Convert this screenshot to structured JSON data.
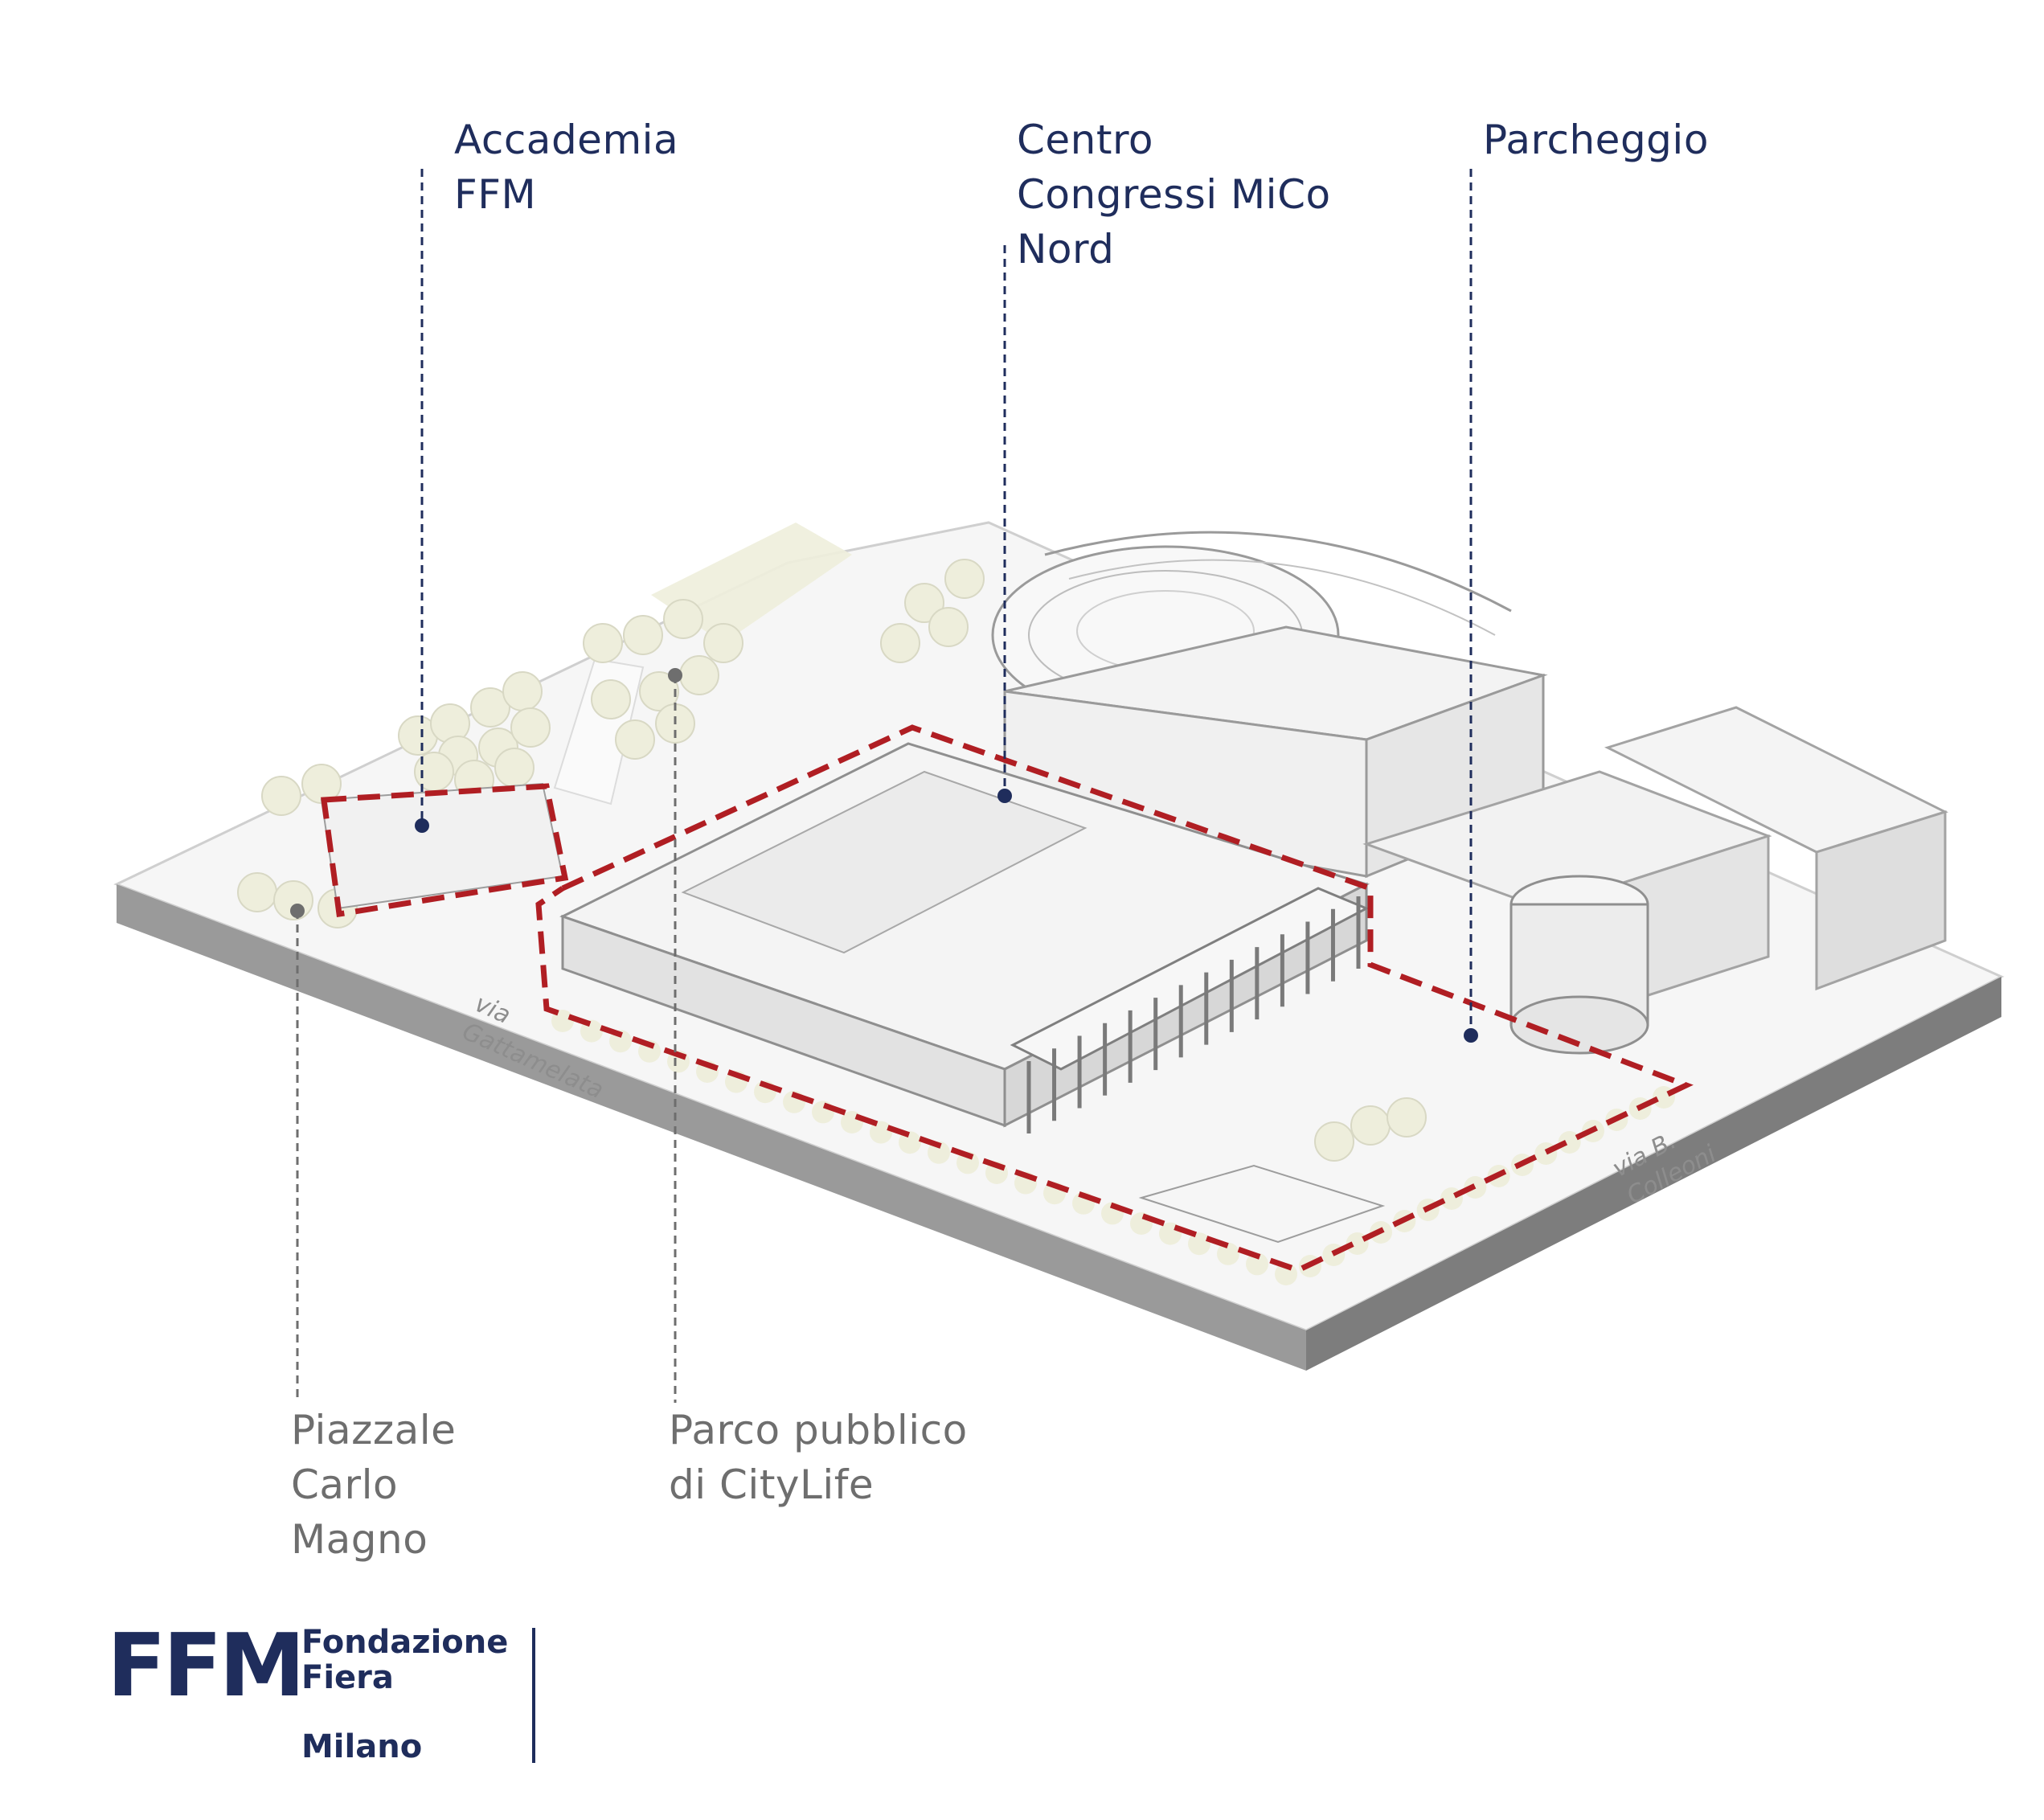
{
  "labels": {
    "accademia": [
      "Accademia",
      "FFM"
    ],
    "centro": [
      "Centro",
      "Congressi MiCo",
      "Nord"
    ],
    "parcheggio": [
      "Parcheggio"
    ],
    "piazzale": [
      "Piazzale",
      "Carlo",
      "Magno"
    ],
    "parco": [
      "Parco pubblico",
      "di CityLife"
    ]
  },
  "streets": {
    "gattamelata": [
      "via",
      "Gattamelata"
    ],
    "colleoni": [
      "via B.",
      "Colleoni"
    ]
  },
  "logo": {
    "mark": "FFM",
    "line1": "Fondazione",
    "line2": "Fiera",
    "line3": "Milano"
  },
  "colors": {
    "boundary": "#b01e23",
    "label_dark": "#1f2d5c",
    "label_grey": "#6e6e6e",
    "tree": "#eeeedc",
    "base_side": "#8a8a8a"
  }
}
